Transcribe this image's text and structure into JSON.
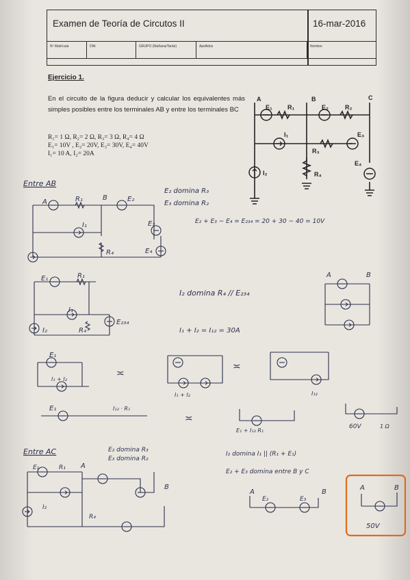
{
  "header": {
    "title": "Examen de Teoría de Circutos II",
    "date": "16-mar-2016",
    "fields": [
      "Nº Matrícula",
      "DNI",
      "GRUPO (Mañana/Tarde)",
      "Apellidos",
      "Nombre"
    ]
  },
  "exercise": {
    "title": "Ejercicio 1.",
    "statement": "En el circuito de la figura deducir y calcular los equivalentes más simples posibles entre los terminales AB y entre los terminales BC",
    "values": [
      "R₁= 1 Ω, R₂= 2 Ω, R₃= 3 Ω, R₄= 4 Ω",
      "E₁= 10V , E₂= 20V, E₃= 30V, E₄= 40V",
      "I₁= 10 A, I₂= 20A"
    ]
  },
  "figure_labels": {
    "terminals": [
      "A",
      "B",
      "C"
    ],
    "E1": "E₁",
    "E2": "E₂",
    "E3": "E₃",
    "E4": "E₄",
    "R1": "R₁",
    "R2": "R₂",
    "R3": "R₃",
    "R4": "R₄",
    "I1": "I₁",
    "I2": "I₂"
  },
  "handwritten": {
    "entre_ab": "Entre AB",
    "note_e2": "E₂ domina R₃",
    "note_e3": "E₃ domina R₂",
    "eq_e234": "E₂ + E₃ − E₄ = E₂₃₄ = 20 + 30 − 40 = 10V",
    "i2_domina": "I₂ domina R₄ // E₂₃₄",
    "i_sum": "I₁ + I₂ = I₁₂ = 30A",
    "lbl_e1": "E₁",
    "lbl_r1": "R₁",
    "lbl_i1": "I₁",
    "lbl_i2": "I₂",
    "lbl_r4": "R₄",
    "lbl_e2": "E₂",
    "lbl_e3": "E₃",
    "lbl_e4": "E₄",
    "lbl_e234": "E₂₃₄",
    "lbl_i1i2": "I₁ + I₂",
    "lbl_i12": "I₁₂",
    "lbl_i12r1": "I₁₂ · R₁",
    "lbl_sum_final": "E₁ + I₁₂ R₁",
    "res_60v": "60V",
    "res_1ohm": "1 Ω",
    "approx": "≍",
    "entre_ac": "Entre AC",
    "note_ac1": "E₂ domina R₃",
    "note_ac2": "E₃ domina R₂",
    "i2_domina_ac": "I₂ domina I₁ || (R₁ + E₁)",
    "e2e3_domina": "E₂ + E₃ domina entre B y C",
    "res_50v": "50V",
    "A": "A",
    "B": "B"
  },
  "colors": {
    "ink": "#2b2f4a",
    "highlight": "#e06a1c",
    "print": "#222222"
  }
}
